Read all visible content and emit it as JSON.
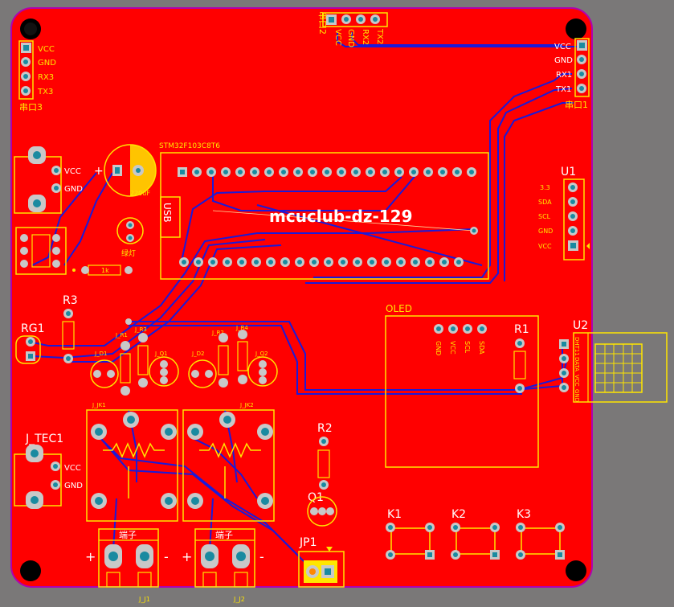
{
  "board": {
    "title": "mcuclub-dz-129",
    "mcu_label": "STM32F103C8T6",
    "usb_label": "USB"
  },
  "headers": {
    "serial2": {
      "name": "串口2",
      "pins": [
        "VCC",
        "GND",
        "RX2",
        "TX2"
      ]
    },
    "serial3": {
      "name": "串口3",
      "pins": [
        "VCC",
        "GND",
        "RX3",
        "TX3"
      ]
    },
    "serial1": {
      "name": "串口1",
      "pins": [
        "VCC",
        "GND",
        "RX1",
        "TX1"
      ]
    },
    "u1": {
      "name": "U1",
      "pins": [
        "3.3",
        "SDA",
        "SCL",
        "GND",
        "VCC"
      ]
    },
    "u2": {
      "name": "U2",
      "pins": [
        "DHT11",
        "DATA",
        "VCC",
        "GND"
      ]
    }
  },
  "components": {
    "power_vcc": "VCC",
    "power_gnd": "GND",
    "capacitor": "220uF",
    "green_led": "绿灯",
    "resistor_1k": "1k",
    "rg1": "RG1",
    "r3": "R3",
    "r1": "R1",
    "r2": "R2",
    "q1": "Q1",
    "jp1": "JP1",
    "oled": "OLED",
    "oled_pins": [
      "GND",
      "VCC",
      "SCL",
      "SDA"
    ],
    "j_tec1": "J_TEC1",
    "tec_vcc": "VCC",
    "tec_gnd": "GND",
    "relay_left": [
      "J_R1",
      "J_R3",
      "J_D1",
      "J_Q1",
      "J_JK1"
    ],
    "relay_right": [
      "J_R2",
      "J_R4",
      "J_D2",
      "J_Q2",
      "J_JK2"
    ],
    "terminal_label": "端子",
    "terminal1": "J_J1",
    "terminal2": "J_J2",
    "keys": [
      "K1",
      "K2",
      "K3"
    ],
    "plus": "+",
    "minus": "-"
  },
  "colors": {
    "board": "#ff0000",
    "silkscreen": "#ffe600",
    "trace": "#1a1ad9",
    "pad": "#c8c8c8",
    "pad_inner": "#1a8aa0",
    "outline": "#b000b0"
  }
}
